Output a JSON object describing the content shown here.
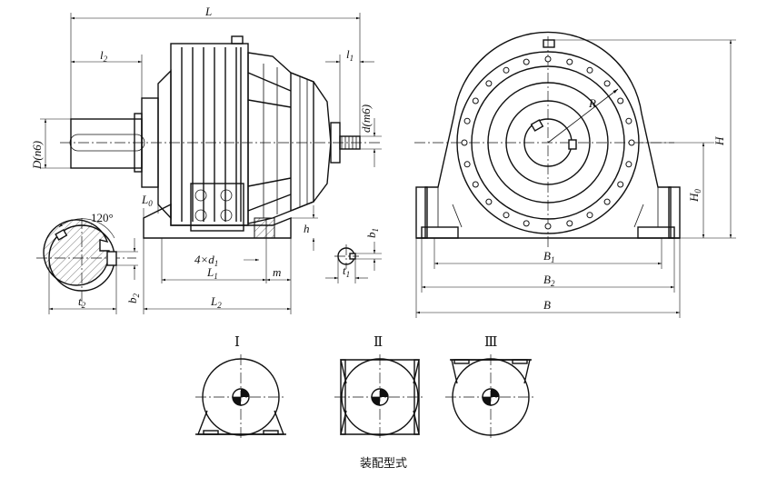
{
  "dims": {
    "L": "L",
    "l1_top": "l",
    "l1_top_sub": "1",
    "l2": "l",
    "l2_sub": "2",
    "D": "D(n6)",
    "d": "d(m6)",
    "L0": "L",
    "L0_sub": "0",
    "h": "h",
    "angle": "120°",
    "b1": "b",
    "b1_sub": "1",
    "b2": "b",
    "b2_sub": "2",
    "t1": "t",
    "t1_sub": "1",
    "t2": "t",
    "t2_sub": "2",
    "bolts": "4×d",
    "bolts_sub": "1",
    "L1": "L",
    "L1_sub": "1",
    "L2": "L",
    "L2_sub": "2",
    "m": "m",
    "R": "R",
    "H": "H",
    "H0": "H",
    "H0_sub": "0",
    "B1": "B",
    "B1_sub": "1",
    "B2": "B",
    "B2_sub": "2",
    "B": "B"
  },
  "mounting": {
    "labels": [
      "Ⅰ",
      "Ⅱ",
      "Ⅲ"
    ],
    "caption": "装配型式"
  }
}
